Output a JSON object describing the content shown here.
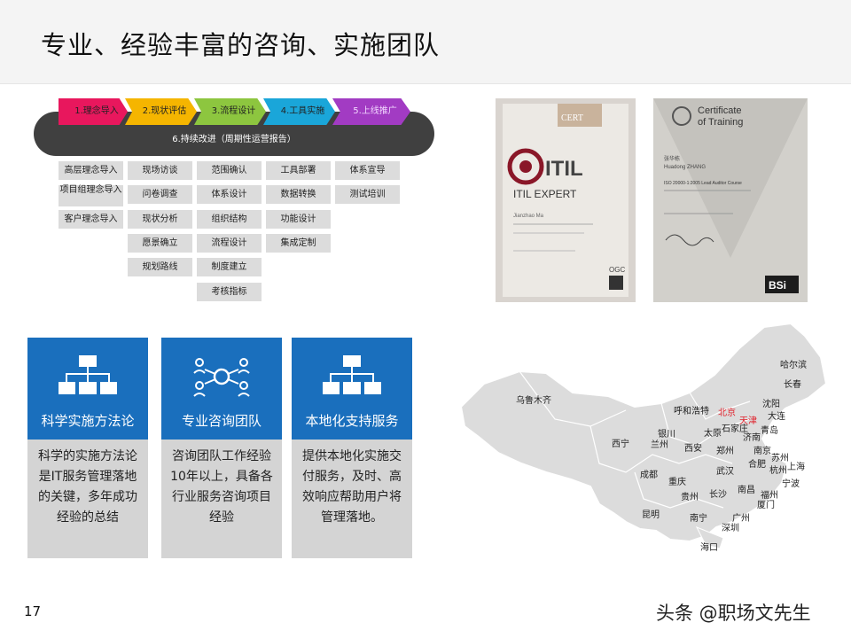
{
  "title": "专业、经验丰富的咨询、实施团队",
  "process": {
    "steps": [
      {
        "label": "1.理念导入",
        "color": "#e8175d"
      },
      {
        "label": "2.现状评估",
        "color": "#f5b500"
      },
      {
        "label": "3.流程设计",
        "color": "#8dc63f"
      },
      {
        "label": "4.工具实施",
        "color": "#1aa6d9"
      },
      {
        "label": "5.上线推广",
        "color": "#a23bc3"
      }
    ],
    "loop_label": "6.持续改进（周期性运营报告）",
    "columns": [
      [
        "高层理念导入",
        "项目组理念导入",
        "客户理念导入"
      ],
      [
        "现场访谈",
        "问卷调查",
        "现状分析",
        "愿景确立",
        "规划路线"
      ],
      [
        "范围确认",
        "体系设计",
        "组织结构",
        "流程设计",
        "制度建立",
        "考核指标"
      ],
      [
        "工具部署",
        "数据转换",
        "功能设计",
        "集成定制"
      ],
      [
        "体系宣导",
        "测试培训"
      ]
    ]
  },
  "certs": {
    "itil": {
      "cert_label": "CERT",
      "brand": "ITIL",
      "title": "ITIL EXPERT",
      "name": "Jianzhao Ma",
      "logo": "OGC"
    },
    "bsi": {
      "title_line1": "Certificate",
      "title_line2": "of Training",
      "name_cn": "张华栋",
      "name_en": "Huadong ZHANG",
      "course": "ISO 20000-1:2005 Lead Auditor Course",
      "logo": "BSi"
    }
  },
  "boxes": [
    {
      "icon": "hierarchy-icon",
      "label": "科学实施方法论",
      "desc": "科学的实施方法论是IT服务管理落地的关键，多年成功经验的总结"
    },
    {
      "icon": "team-network-icon",
      "label": "专业咨询团队",
      "desc": "咨询团队工作经验10年以上，具备各行业服务咨询项目经验"
    },
    {
      "icon": "hierarchy-icon",
      "label": "本地化支持服务",
      "desc": "提供本地化实施交付服务，及时、高效响应帮助用户将管理落地。"
    }
  ],
  "map": {
    "cities": [
      "乌鲁木齐",
      "哈尔滨",
      "长春",
      "沈阳",
      "呼和浩特",
      "北京",
      "天津",
      "大连",
      "石家庄",
      "太原",
      "济南",
      "青岛",
      "银川",
      "兰州",
      "西宁",
      "西安",
      "郑州",
      "南京",
      "苏州",
      "上海",
      "合肥",
      "杭州",
      "宁波",
      "武汉",
      "成都",
      "重庆",
      "长沙",
      "南昌",
      "福州",
      "厦门",
      "贵州",
      "昆明",
      "南宁",
      "广州",
      "深圳",
      "海口"
    ],
    "highlight_color": "#e0202a"
  },
  "page_number": "17",
  "watermark": "头条 @职场文先生"
}
